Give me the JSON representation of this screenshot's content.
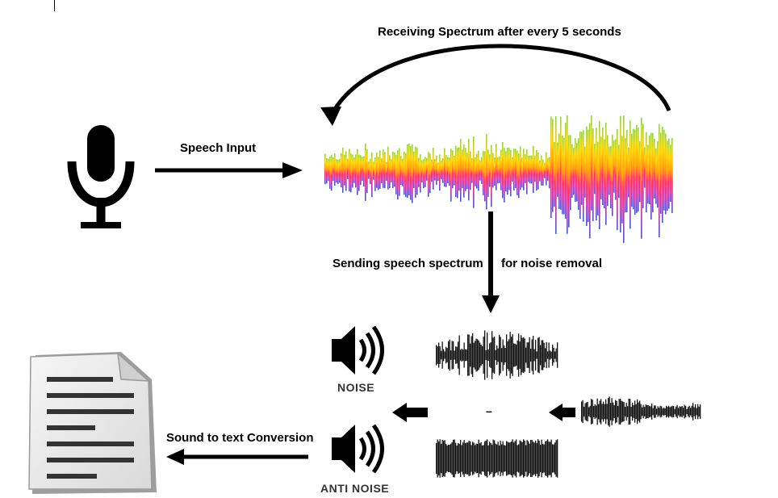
{
  "diagram": {
    "labels": {
      "feedback": "Receiving Spectrum after every 5 seconds",
      "speech_input": "Speech Input",
      "sending_spectrum": "Sending speech spectrum",
      "for_noise_removal": "for noise removal",
      "sound_to_text": "Sound to text Conversion",
      "minus_sign": "–"
    },
    "icons": {
      "noise_caption": "NOISE",
      "anti_noise_caption": "ANTI NOISE",
      "microphone": "microphone-icon",
      "speaker": "speaker-icon",
      "document": "document-icon"
    },
    "colors": {
      "arrow": "#000000",
      "spectrum_gradient": [
        "#3a5bd9",
        "#ff2d55",
        "#ff9500",
        "#ffcc00",
        "#8fd14f"
      ],
      "waveform": "#111111",
      "document_paper": "#eeeeee",
      "document_lines": "#333333"
    }
  }
}
